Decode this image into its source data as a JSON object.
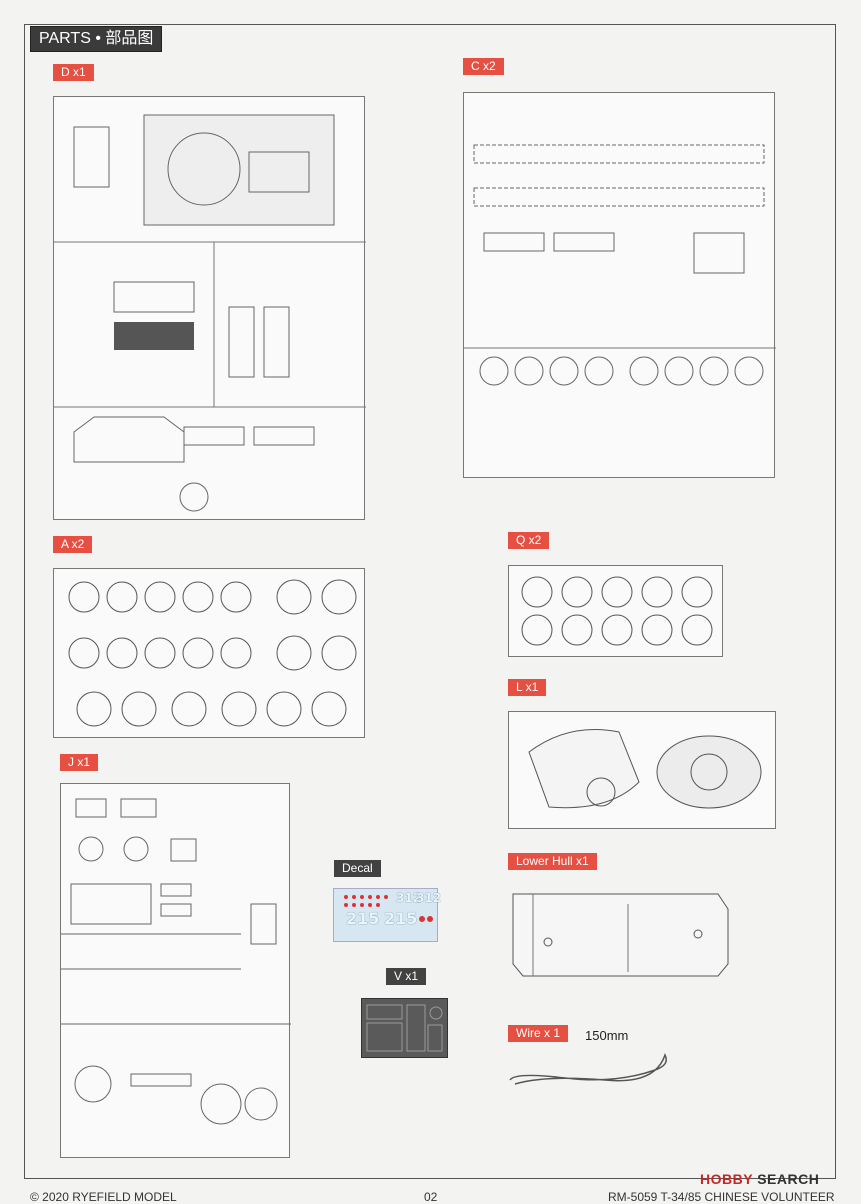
{
  "header": {
    "title": "PARTS • 部品图"
  },
  "labels": {
    "D": "D x1",
    "C": "C x2",
    "A": "A x2",
    "Q": "Q x2",
    "L": "L x1",
    "J": "J x1",
    "Decal": "Decal",
    "LowerHull": "Lower Hull x1",
    "V": "V x1",
    "Wire": "Wire x 1"
  },
  "wire_length": "150mm",
  "decal": {
    "number_a": "312",
    "number_b": "312",
    "number_c": "215",
    "number_d": "215"
  },
  "footer": {
    "copyright": "© 2020 RYEFIELD MODEL",
    "page": "02",
    "product": "RM-5059 T-34/85 CHINESE VOLUNTEER"
  },
  "watermark": {
    "brand": "HOBBY",
    "brand2": "SEARCH"
  },
  "colors": {
    "label_red": "#e55043",
    "label_dark": "#424242"
  }
}
